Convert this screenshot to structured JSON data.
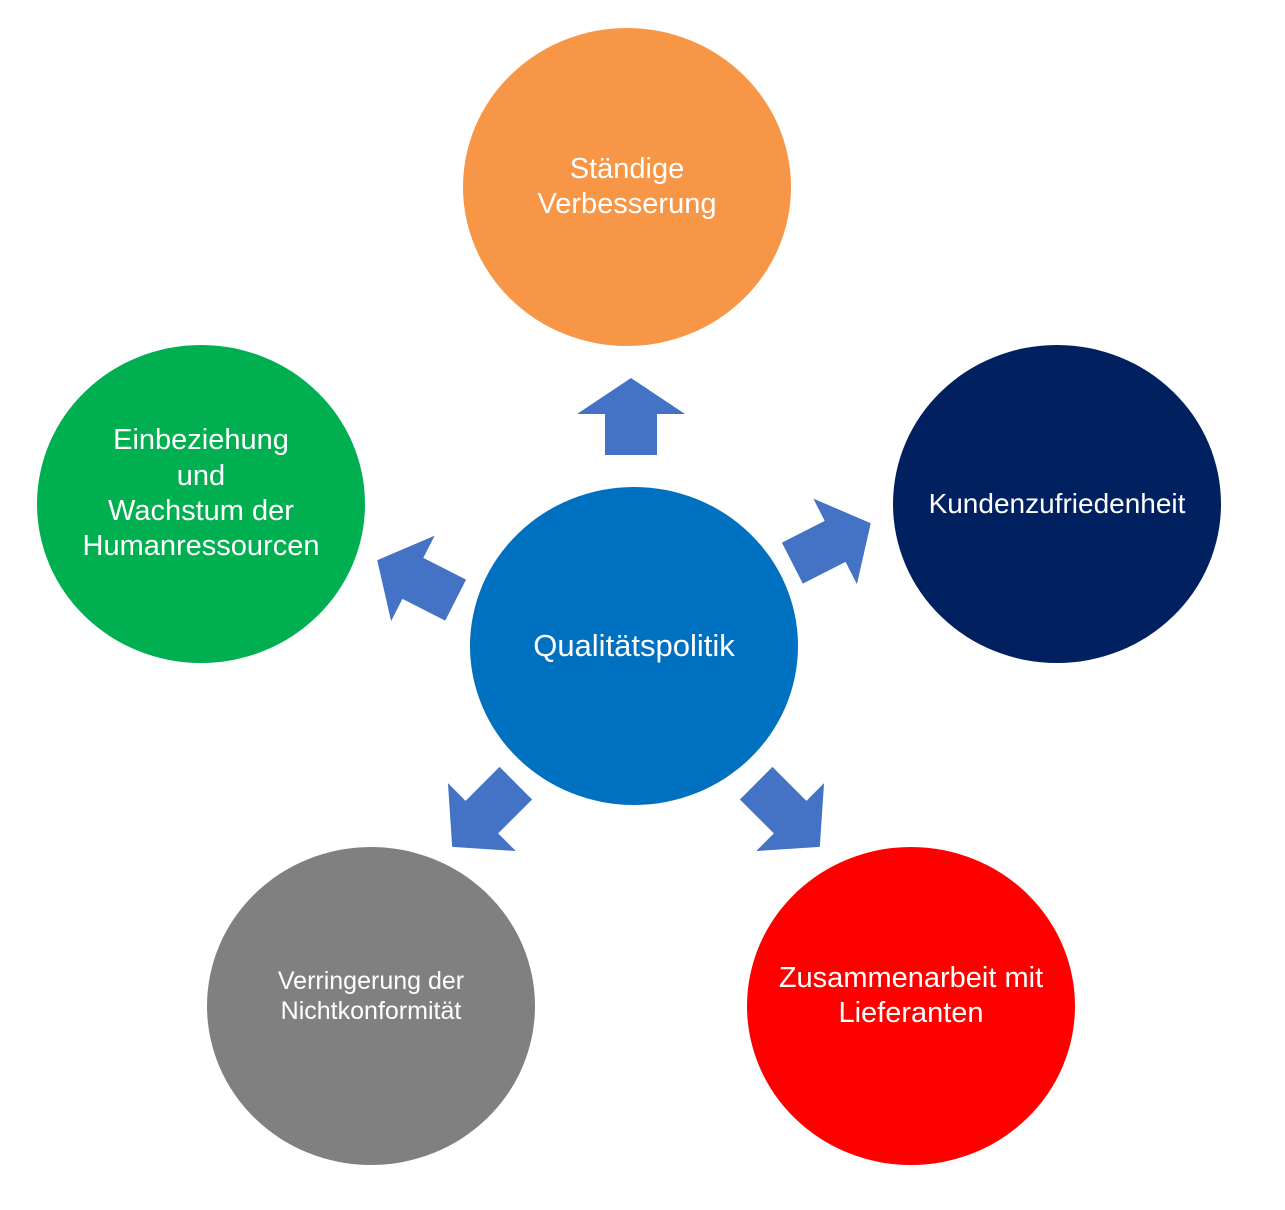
{
  "center": {
    "label": "Qualitätspolitik",
    "color": "#0070c0"
  },
  "nodes": [
    {
      "id": "top",
      "label": "Ständige\nVerbesserung",
      "color": "#f79646",
      "text_color": "#ffffff"
    },
    {
      "id": "right",
      "label": "Kundenzufriedenheit",
      "color": "#002060",
      "text_color": "#ffffff"
    },
    {
      "id": "bottom_right",
      "label": "Zusammenarbeit mit\nLieferanten",
      "color": "#ff0000",
      "text_color": "#ffffff"
    },
    {
      "id": "bottom_left",
      "label": "Verringerung der\nNichtkonformität",
      "color": "#808080",
      "text_color": "#ffffff"
    },
    {
      "id": "left",
      "label": "Einbeziehung\nund\nWachstum der\nHumanressourcen",
      "color": "#00b050",
      "text_color": "#ffffff"
    }
  ],
  "arrow_color": "#4472c4"
}
